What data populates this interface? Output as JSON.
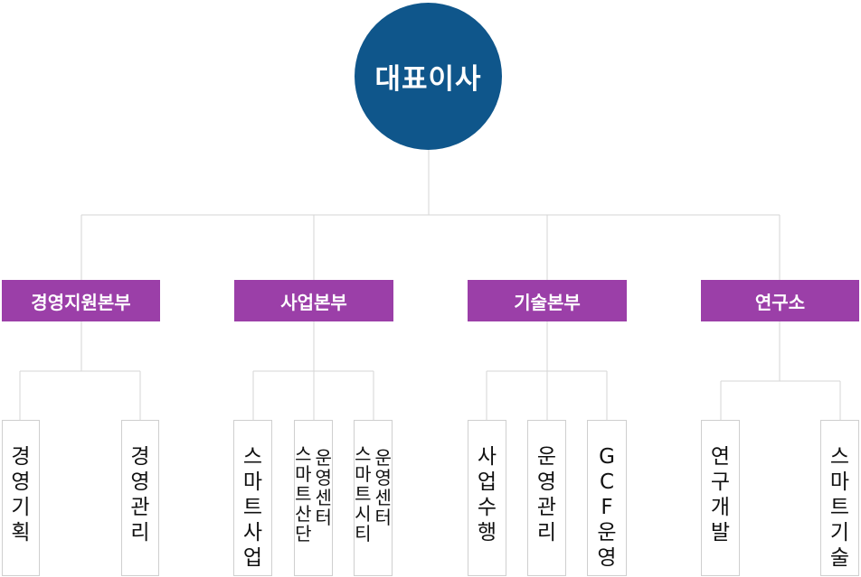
{
  "ceo": {
    "label": "대표이사"
  },
  "divisions": [
    {
      "label": "경영지원본부"
    },
    {
      "label": "사업본부"
    },
    {
      "label": "기술본부"
    },
    {
      "label": "연구소"
    }
  ],
  "teams": [
    {
      "label": "경영기획"
    },
    {
      "label": "경영관리"
    },
    {
      "label": "스마트사업"
    },
    {
      "label": "스마트산단 운영센터"
    },
    {
      "label": "스마트시티 운영센터"
    },
    {
      "label": "사업수행"
    },
    {
      "label": "운영관리"
    },
    {
      "label": "GCF운영"
    },
    {
      "label": "연구개발"
    },
    {
      "label": "스마트기술"
    }
  ]
}
